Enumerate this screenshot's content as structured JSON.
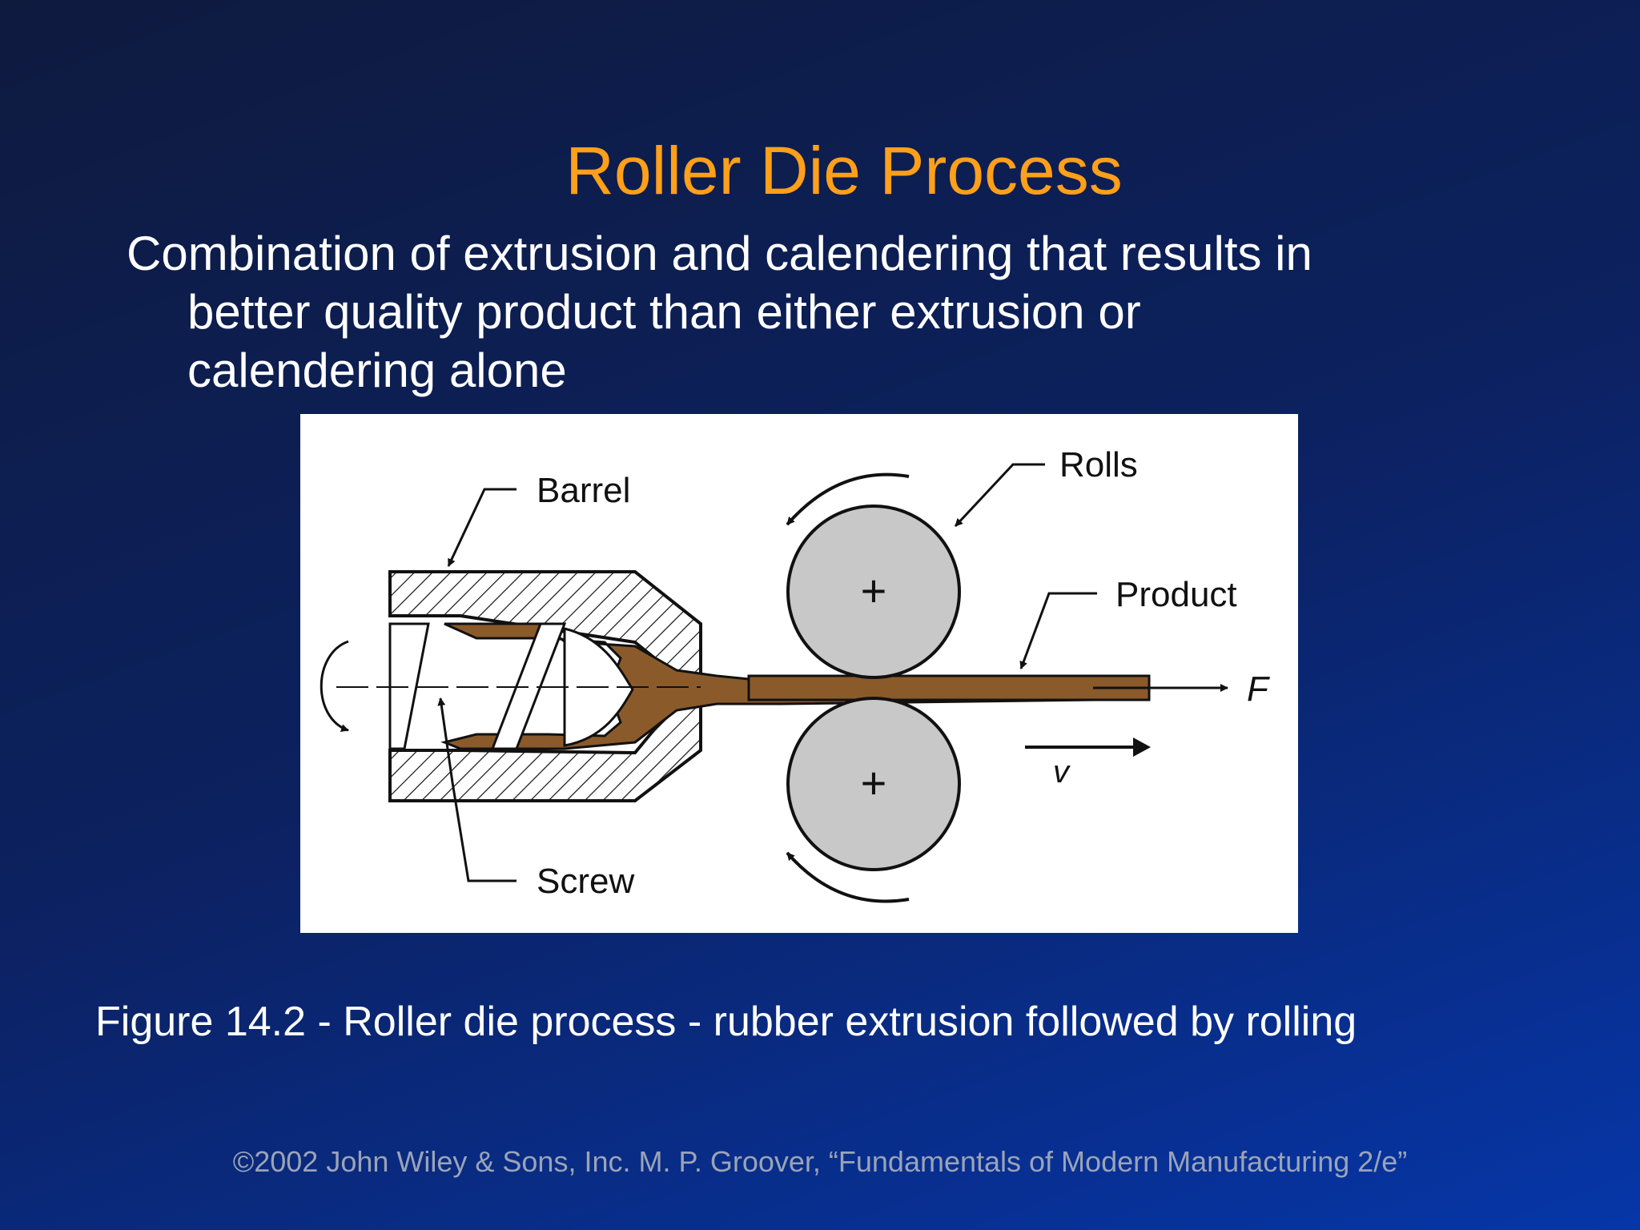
{
  "slide": {
    "title": "Roller Die Process",
    "body_line1": "Combination of extrusion and calendering that results in",
    "body_line2": "better quality product than either extrusion or",
    "body_line3": "calendering alone",
    "caption": "Figure 14.2 - Roller die process - rubber extrusion followed by rolling",
    "copyright": "©2002 John Wiley & Sons, Inc.  M. P. Groover, “Fundamentals of Modern Manufacturing 2/e”"
  },
  "diagram": {
    "labels": {
      "barrel": "Barrel",
      "rolls": "Rolls",
      "product": "Product",
      "screw": "Screw",
      "force": "F",
      "velocity": "v",
      "roll_center": "+"
    },
    "colors": {
      "rubber": "#8b5a2b",
      "roll_fill": "#c8c8c8",
      "outline": "#111111",
      "title": "#ff9f1a"
    }
  }
}
